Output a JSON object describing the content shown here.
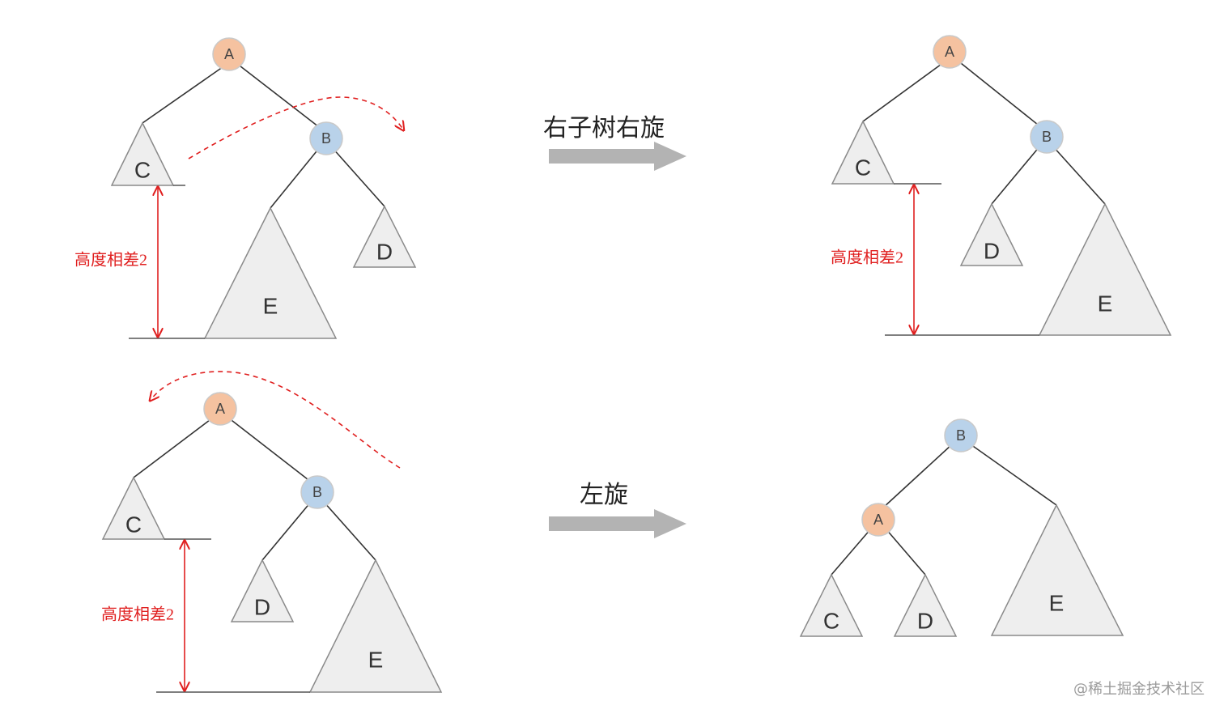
{
  "steps": {
    "top_label": "右子树右旋",
    "bottom_label": "左旋"
  },
  "nodes": {
    "a": "A",
    "b": "B"
  },
  "subtrees": {
    "c": "C",
    "d": "D",
    "e": "E"
  },
  "annotation": {
    "height_diff": "高度相差2"
  },
  "watermark": "@稀土掘金技术社区",
  "colors": {
    "node_a_fill": "#f5c2a0",
    "node_b_fill": "#b9d2ea",
    "subtree_fill": "#eeeeee",
    "annotation_red": "#e02020",
    "arrow_gray": "#b3b3b3"
  }
}
